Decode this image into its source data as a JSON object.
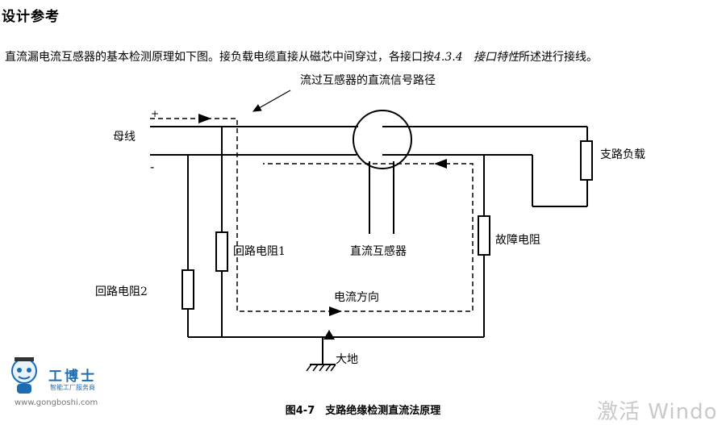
{
  "section_title": "设计参考",
  "intro": {
    "pre": "直流漏电流互感器的基本检测原理如下图。接负载电缆直接从磁芯中间穿过，各接口按",
    "ref_num": "4.3.4",
    "ref_title": "接口特性",
    "post": "所述进行接线。"
  },
  "diagram": {
    "signal_path_label": "流过互感器的直流信号路径",
    "plus": "+",
    "minus": "-",
    "bus_label": "母线",
    "branch_load_label": "支路负载",
    "loop_r1_label": "回路电阻1",
    "loop_r2_label": "回路电阻2",
    "dc_transformer_label": "直流互感器",
    "fault_r_label": "故障电阻",
    "current_dir_label": "电流方向",
    "earth_label": "大地"
  },
  "caption": "图4-7　支路绝缘检测直流法原理",
  "watermark": "激活 Windo",
  "logo": {
    "name": "工博士",
    "sub": "智能工厂服务商",
    "url": "www.gongboshi.com",
    "colors": {
      "brand": "#1b6cb3"
    }
  }
}
